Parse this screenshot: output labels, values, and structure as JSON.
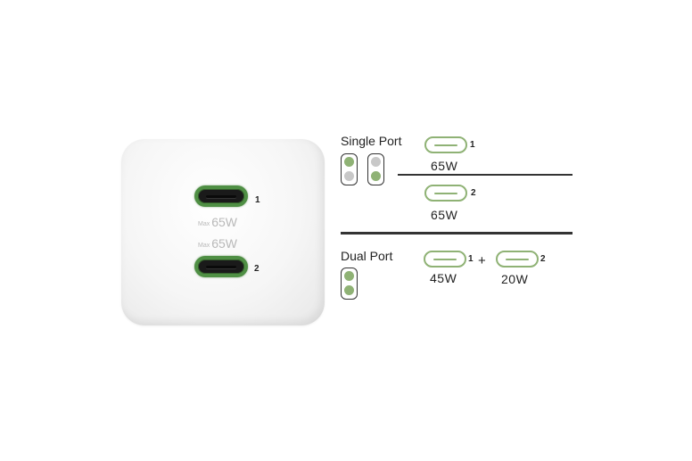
{
  "charger": {
    "port1_number": "1",
    "port2_number": "2",
    "rating1_prefix": "Max",
    "rating1_value": "65W",
    "rating2_prefix": "Max",
    "rating2_value": "65W",
    "port_color": "#4f8f44"
  },
  "single_port": {
    "title": "Single Port",
    "option1_number": "1",
    "option1_watt": "65W",
    "option2_number": "2",
    "option2_watt": "65W"
  },
  "dual_port": {
    "title": "Dual Port",
    "port1_number": "1",
    "port1_watt": "45W",
    "plus": "+",
    "port2_number": "2",
    "port2_watt": "20W"
  },
  "colors": {
    "active": "#8fb275",
    "inactive": "#c8c8c8"
  }
}
